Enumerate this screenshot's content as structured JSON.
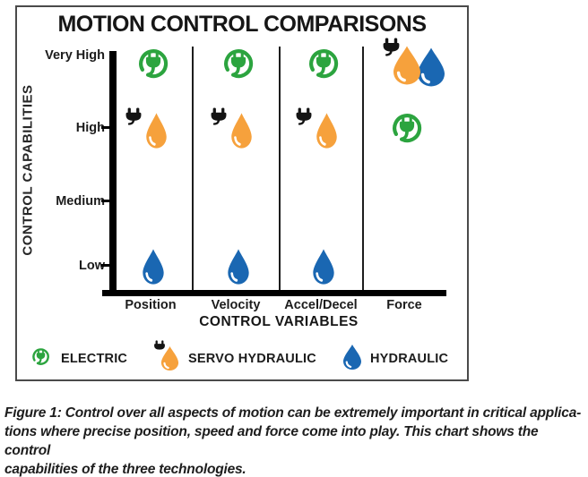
{
  "figure": {
    "title": "MOTION CONTROL COMPARISONS",
    "caption": "Figure 1: Control over all aspects of motion can be extremely important in critical applica-\ntions where precise position, speed and force come into play. This chart shows the control\ncapabilities of the three technologies."
  },
  "chart_data": {
    "type": "scatter",
    "title": "MOTION CONTROL COMPARISONS",
    "xlabel": "CONTROL VARIABLES",
    "ylabel": "CONTROL CAPABILITIES",
    "x_categories": [
      "Position",
      "Velocity",
      "Accel/Decel",
      "Force"
    ],
    "y_categories": [
      "Very High",
      "High",
      "Medium",
      "Low"
    ],
    "grid": false,
    "legend_position": "bottom",
    "series": [
      {
        "id": "electric",
        "name": "ELECTRIC",
        "marker": "plug-in-circle-icon",
        "color": "#2CA43F",
        "values": {
          "Position": "Very High",
          "Velocity": "Very High",
          "Accel/Decel": "Very High",
          "Force": "High"
        }
      },
      {
        "id": "servo_hydraulic",
        "name": "SERVO HYDRAULIC",
        "marker": "plug-and-droplet-icon",
        "color": "#F6A13C",
        "values": {
          "Position": "High",
          "Velocity": "High",
          "Accel/Decel": "High",
          "Force": "Very High"
        }
      },
      {
        "id": "hydraulic",
        "name": "HYDRAULIC",
        "marker": "droplet-icon",
        "color": "#1A67B2",
        "values": {
          "Position": "Low",
          "Velocity": "Low",
          "Accel/Decel": "Low",
          "Force": "Very High"
        }
      }
    ]
  },
  "legend": {
    "items": [
      {
        "id": "electric",
        "label": "ELECTRIC"
      },
      {
        "id": "servo_hydraulic",
        "label": "SERVO HYDRAULIC"
      },
      {
        "id": "hydraulic",
        "label": "HYDRAULIC"
      }
    ]
  },
  "colors": {
    "electric": "#2CA43F",
    "servo_hydraulic": "#F6A13C",
    "hydraulic": "#1A67B2",
    "plug": "#141414",
    "axis": "#000000",
    "text": "#1C1C1C",
    "frame": "#4A4A4A"
  }
}
